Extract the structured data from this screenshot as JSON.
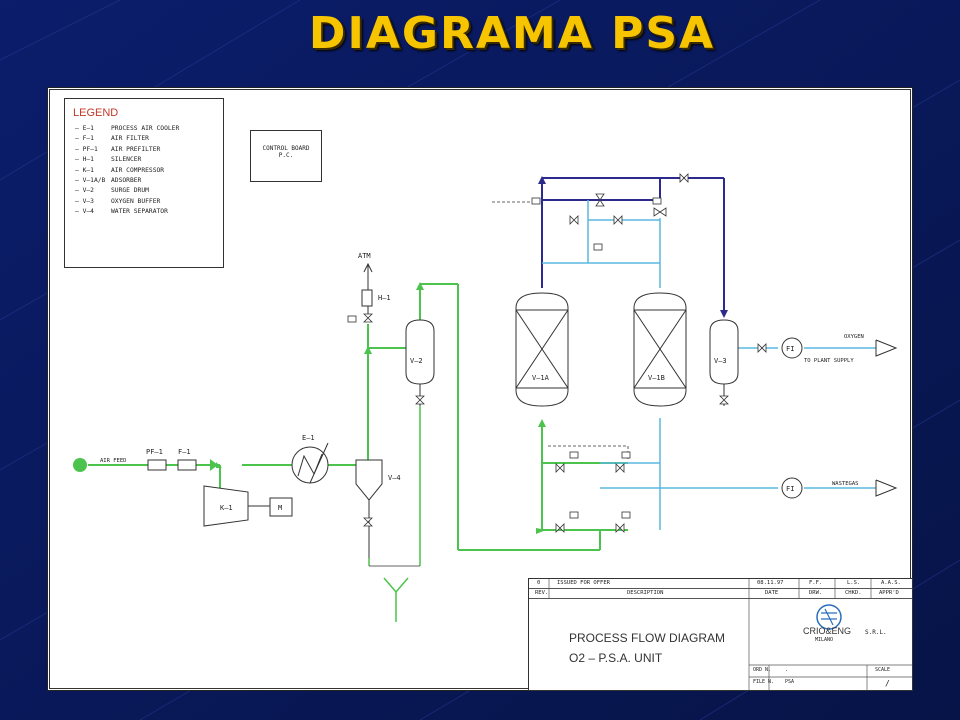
{
  "title": "DIAGRAMA PSA",
  "colors": {
    "background": "#0a1a5e",
    "title": "#f6c500",
    "air_line": "#4cc34c",
    "oxygen_line": "#2c2a8c",
    "waste_line": "#5ab8e0"
  },
  "legend": {
    "heading": "LEGEND",
    "items": [
      {
        "code": "– E–1",
        "desc": "PROCESS AIR COOLER"
      },
      {
        "code": "– F–1",
        "desc": "AIR FILTER"
      },
      {
        "code": "– PF–1",
        "desc": "AIR PREFILTER"
      },
      {
        "code": "– H–1",
        "desc": "SILENCER"
      },
      {
        "code": "– K–1",
        "desc": "AIR COMPRESSOR"
      },
      {
        "code": "– V–1A/B",
        "desc": "ADSORBER"
      },
      {
        "code": "– V–2",
        "desc": "SURGE DRUM"
      },
      {
        "code": "– V–3",
        "desc": "OXYGEN BUFFER"
      },
      {
        "code": "– V–4",
        "desc": "WATER SEPARATOR"
      }
    ]
  },
  "control_board": {
    "line1": "CONTROL BOARD",
    "line2": "P.C."
  },
  "labels": {
    "atm": "ATM",
    "h1": "H–1",
    "v2": "V–2",
    "v1a": "V–1A",
    "v1b": "V–1B",
    "v3": "V–3",
    "fi_oxygen": "FI",
    "oxygen": "OXYGEN",
    "to_plant": "TO PLANT SUPPLY",
    "fi_waste": "FI",
    "wastegas": "WASTEGAS",
    "air_feed": "AIR FEED",
    "pf1": "PF–1",
    "f1": "F–1",
    "e1": "E–1",
    "v4": "V–4",
    "k1": "K–1",
    "m": "M"
  },
  "title_block": {
    "rev_row": {
      "rev": "0",
      "desc": "ISSUED FOR OFFER",
      "date": "08.11.97",
      "by": "F.F.",
      "chk": "L.S.",
      "app": "A.A.S."
    },
    "header_row": {
      "rev": "REV.",
      "desc": "DESCRIPTION",
      "date": "DATE",
      "by": "DRW.",
      "chk": "CHKD.",
      "app": "APPR'D"
    },
    "drawing_title_1": "PROCESS FLOW DIAGRAM",
    "drawing_title_2": "O2 – P.S.A. UNIT",
    "company": "CRIO&ENG",
    "srl": "S.R.L.",
    "city": "MILANO",
    "order_label": "ORD N.",
    "order_value": ".",
    "file_label": "FILE N.",
    "file_value": "PSA",
    "scale_label": "SCALE",
    "sheet_label": "",
    "sheet_value": "/"
  }
}
